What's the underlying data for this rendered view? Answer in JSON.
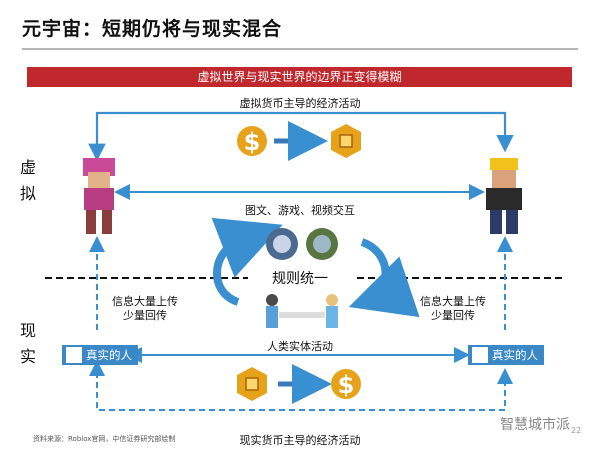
{
  "title": "元宇宙：短期仍将与现实混合",
  "banner": "虚拟世界与现实世界的边界正变得模糊",
  "virtual_economy_label": "虚拟货币主导的经济活动",
  "virtual_side_label": "虚\n拟",
  "real_side_label": "现\n实",
  "interaction_label": "图文、游戏、视频交互",
  "rule_unify_label": "规则统一",
  "upload_left": "信息大量上传",
  "return_left": "少量回传",
  "upload_right": "信息大量上传",
  "return_right": "少量回传",
  "real_person_left": "真实的人",
  "real_person_right": "真实的人",
  "human_activity_label": "人类实体活动",
  "real_economy_label": "现实货币主导的经济活动",
  "source_text": "资料来源：Roblox官网，中信证券研究部绘制",
  "watermark": "智慧城市派",
  "page_number": "22",
  "colors": {
    "banner": "#c0282d",
    "arrow_blue": "#3a8fd0",
    "real_box": "#3a88c6",
    "coin_gold": "#e7a21b"
  }
}
